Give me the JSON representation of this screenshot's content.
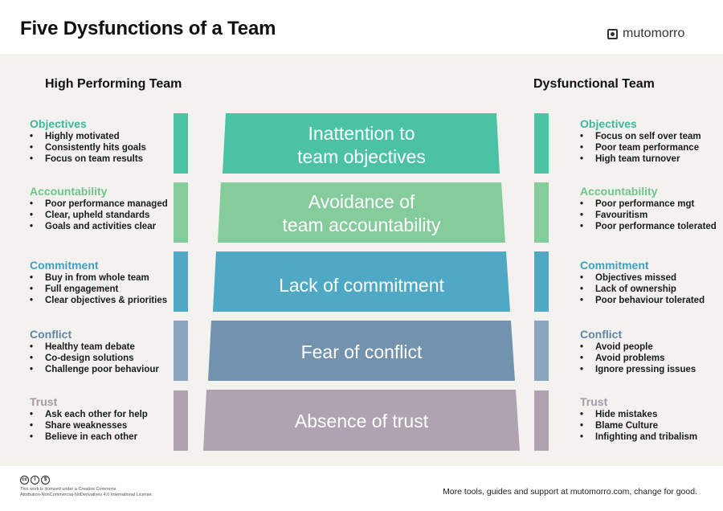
{
  "title": "Five Dysfunctions of a Team",
  "brand": {
    "name": "mutomorro",
    "icon": "logo-icon"
  },
  "left_heading": "High Performing Team",
  "right_heading": "Dysfunctional Team",
  "levels": [
    {
      "key": "objectives",
      "label_line1": "Inattention to",
      "label_line2": "team objectives",
      "color": "#4bc2a4"
    },
    {
      "key": "accountability",
      "label_line1": "Avoidance of",
      "label_line2": "team accountability",
      "color": "#85cc9d"
    },
    {
      "key": "commitment",
      "label_line1": "Lack of commitment",
      "label_line2": "",
      "color": "#4fa8c4"
    },
    {
      "key": "conflict",
      "label_line1": "Fear of conflict",
      "label_line2": "",
      "color": "#7292ad"
    },
    {
      "key": "trust",
      "label_line1": "Absence of trust",
      "label_line2": "",
      "color": "#b0a3b1"
    }
  ],
  "left": [
    {
      "title": "Objectives",
      "color": "#3db99a",
      "items": [
        "Highly motivated",
        "Consistently hits goals",
        "Focus on team results"
      ]
    },
    {
      "title": "Accountability",
      "color": "#6fc48c",
      "items": [
        "Poor performance managed",
        "Clear, upheld standards",
        "Goals and activities clear"
      ]
    },
    {
      "title": "Commitment",
      "color": "#3fa0bf",
      "items": [
        "Buy in from whole team",
        "Full engagement",
        "Clear objectives & priorities"
      ]
    },
    {
      "title": "Conflict",
      "color": "#5d86a8",
      "items": [
        "Healthy team debate",
        "Co-design solutions",
        "Challenge poor behaviour"
      ]
    },
    {
      "title": "Trust",
      "color": "#a897aa",
      "items": [
        "Ask each other for help",
        "Share weaknesses",
        "Believe in each other"
      ]
    }
  ],
  "right": [
    {
      "title": "Objectives",
      "color": "#3db99a",
      "items": [
        "Focus on self over team",
        "Poor team performance",
        "High team turnover"
      ]
    },
    {
      "title": "Accountability",
      "color": "#6fc48c",
      "items": [
        "Poor performance mgt",
        "Favouritism",
        "Poor performance tolerated"
      ]
    },
    {
      "title": "Commitment",
      "color": "#3fa0bf",
      "items": [
        "Objectives missed",
        "Lack of ownership",
        "Poor behaviour tolerated"
      ]
    },
    {
      "title": "Conflict",
      "color": "#5d86a8",
      "items": [
        "Avoid people",
        "Avoid problems",
        "Ignore pressing issues"
      ]
    },
    {
      "title": "Trust",
      "color": "#a897aa",
      "items": [
        "Hide mistakes",
        "Blame Culture",
        "Infighting and tribalism"
      ]
    }
  ],
  "bar_colors": [
    "#4bc2a4",
    "#85cc9d",
    "#4fa8c4",
    "#8aa6bd",
    "#b0a3b1"
  ],
  "footer": {
    "license_line1": "This work is licensed under a Creative Commons",
    "license_line2": "Attribution-NonCommercial-NoDerivatives 4.0 International License.",
    "tagline": "More tools, guides and support at mutomorro.com, change for good."
  }
}
